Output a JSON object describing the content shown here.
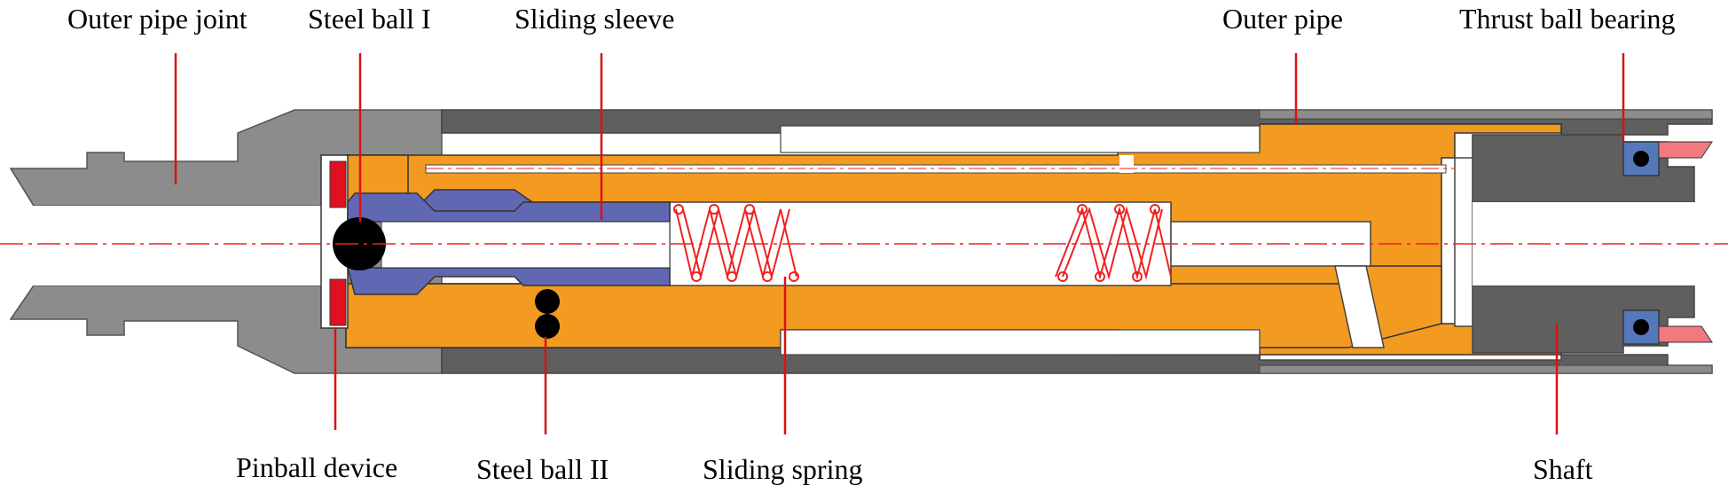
{
  "labels": {
    "outer_pipe_joint": "Outer pipe joint",
    "steel_ball_1": "Steel ball I",
    "sliding_sleeve": "Sliding sleeve",
    "outer_pipe": "Outer pipe",
    "thrust_ball_bearing": "Thrust ball bearing",
    "pinball_device": "Pinball device",
    "steel_ball_2": "Steel ball II",
    "sliding_spring": "Sliding spring",
    "shaft": "Shaft"
  },
  "colors": {
    "joint_gray": "#8c8c8c",
    "outer_pipe_dark": "#5f5f5f",
    "shaft_orange": "#f39a20",
    "sleeve_blue": "#6068b4",
    "ball_black": "#000000",
    "spring_red": "#ee2222",
    "leader_red": "#dd1111",
    "seal_red": "#e01020",
    "bearing_cyan": "#18d8e8",
    "bearing_pink": "#f07a80",
    "bore_white": "#ffffff"
  }
}
